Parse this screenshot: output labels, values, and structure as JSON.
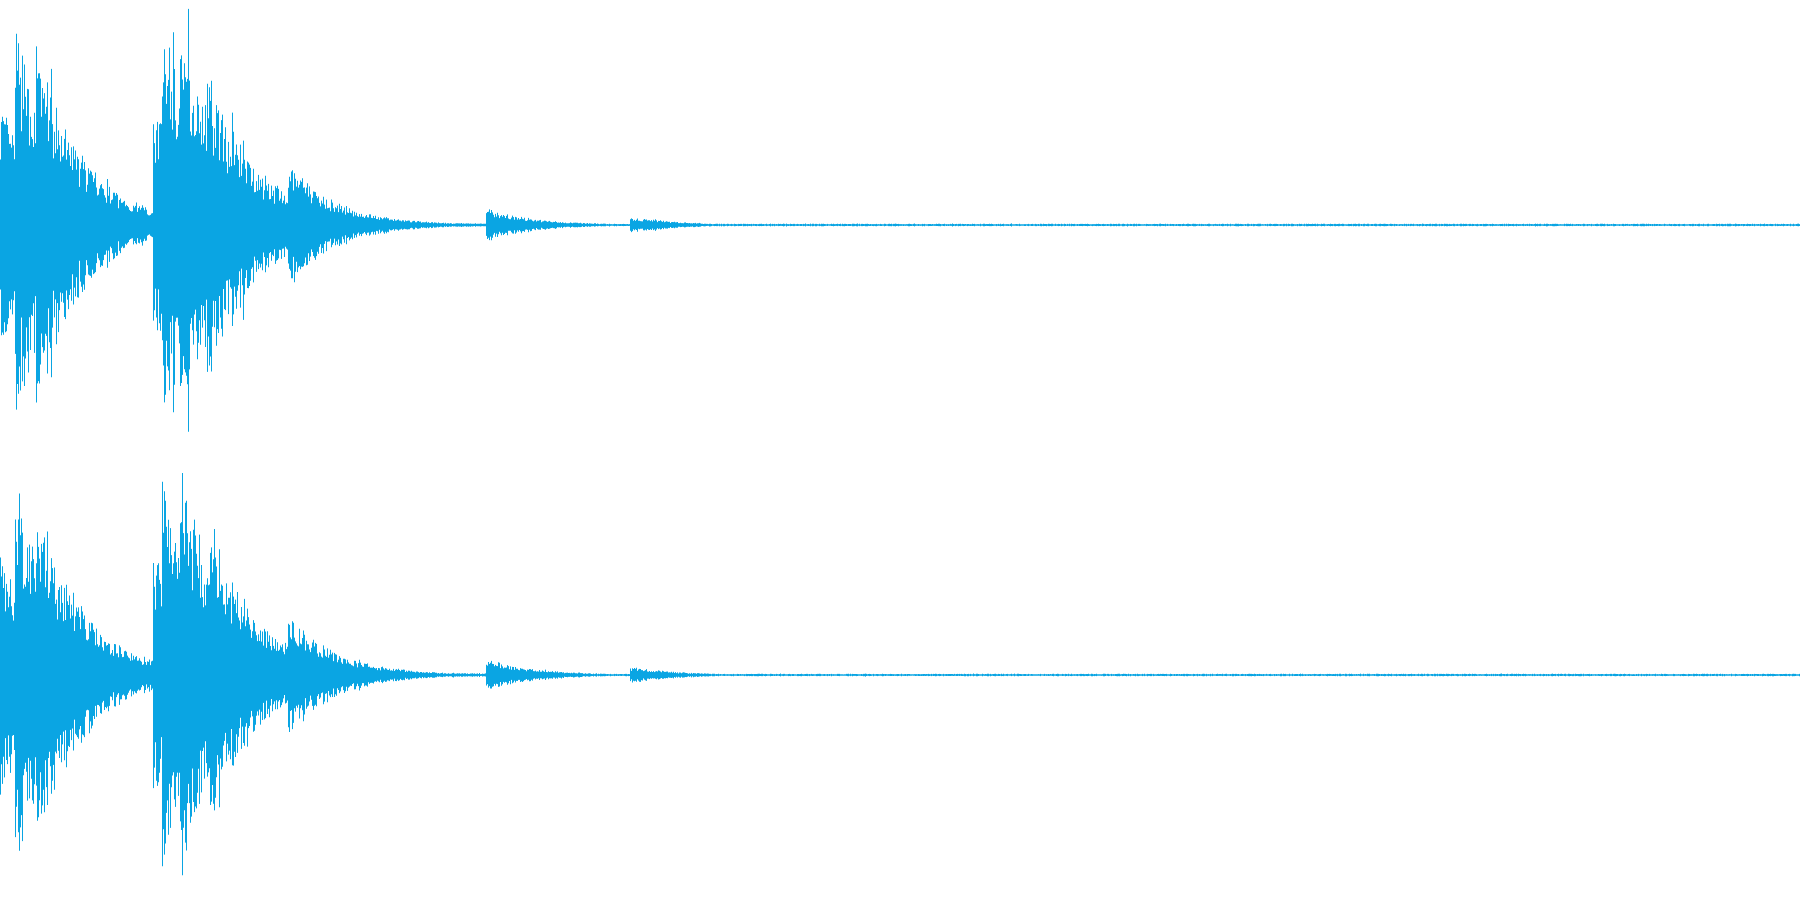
{
  "waveform": {
    "color": "#0aa5e3",
    "channels": [
      {
        "name": ""
      },
      {
        "name": ""
      }
    ],
    "envelope_seed": 7,
    "events": [
      {
        "at": 0.0,
        "peak": 0.6
      },
      {
        "at": 0.008,
        "peak": 0.95
      },
      {
        "at": 0.02,
        "peak": 0.85
      },
      {
        "at": 0.03,
        "peak": 0.55
      },
      {
        "at": 0.085,
        "peak": 0.6
      },
      {
        "at": 0.09,
        "peak": 1.0
      },
      {
        "at": 0.1,
        "peak": 1.0
      },
      {
        "at": 0.115,
        "peak": 0.75
      },
      {
        "at": 0.13,
        "peak": 0.45
      },
      {
        "at": 0.16,
        "peak": 0.3
      },
      {
        "at": 0.27,
        "peak": 0.08
      },
      {
        "at": 0.35,
        "peak": 0.04
      }
    ]
  }
}
